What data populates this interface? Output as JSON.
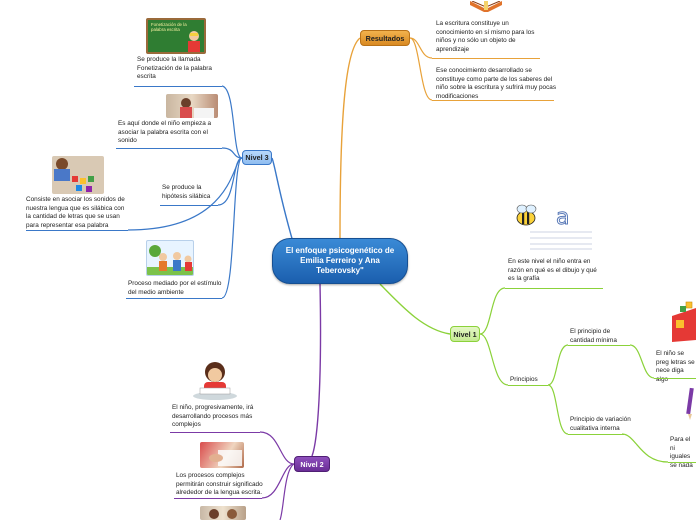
{
  "central": {
    "title": "El enfoque psicogenético de Emilia Ferreiro y Ana Teberovsky\""
  },
  "resultados": {
    "label": "Resultados",
    "color": "#e8a23a",
    "items": [
      "La escritura constituye un conocimiento en sí mismo para los niños y no sólo un objeto de aprendizaje",
      "Ese conocimiento desarrollado se constituye como parte de los saberes del niño sobre la escritura y sufrirá muy pocas modificaciones"
    ]
  },
  "nivel3": {
    "label": "Nivel 3",
    "color": "#3a78c8",
    "items": [
      "Se produce la llamada Fonetización de la palabra escrita",
      "Es aquí donde el niño empieza a asociar la palabra escrita con el sonido",
      "Consiste en asociar los sonidos de nuestra lengua que es silábica con la cantidad de letras que se usan para representar esa palabra",
      "Se produce la hipótesis silábica",
      "Proceso mediado por el estímulo del medio ambiente"
    ],
    "image_captions": [
      "Fonetización de la palabra escrita"
    ]
  },
  "nivel1": {
    "label": "Nivel 1",
    "color": "#8bd23a",
    "items": [
      "En este nivel el niño entra en razón en qué es el dibujo y qué es la grafía",
      "Principios",
      "El principio de cantidad mínima",
      "Principio de variación cualitativa interna",
      "El niño se preg letras se nece diga algo",
      "Para el ni iguales se nada"
    ]
  },
  "nivel2": {
    "label": "Nivel 2",
    "color": "#7b3aa6",
    "items": [
      "El niño, progresivamente, irá desarrollando procesos más complejos",
      "Los procesos complejos permitirán construir significado alrededor de la lengua escrita."
    ]
  }
}
